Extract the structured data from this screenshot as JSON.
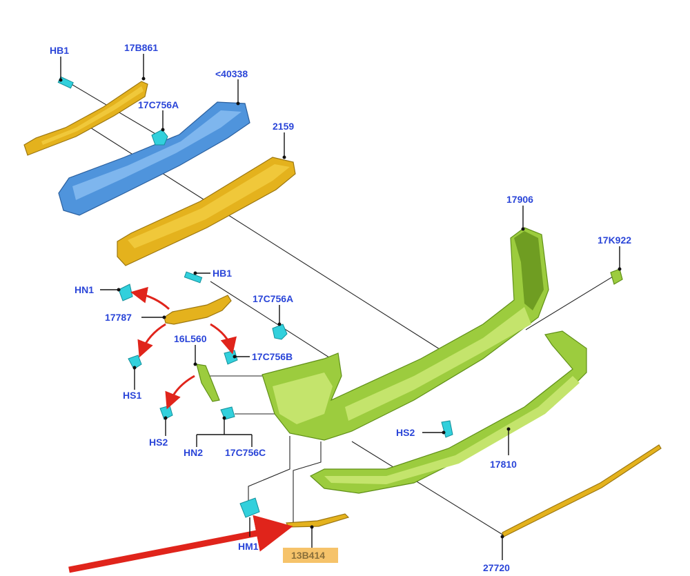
{
  "parts": [
    {
      "id": "hb1_top",
      "label": "HB1"
    },
    {
      "id": "17b861",
      "label": "17B861"
    },
    {
      "id": "40338",
      "label": "<40338"
    },
    {
      "id": "17c756a_top",
      "label": "17C756A"
    },
    {
      "id": "2159",
      "label": "2159"
    },
    {
      "id": "17906",
      "label": "17906"
    },
    {
      "id": "17k922",
      "label": "17K922"
    },
    {
      "id": "hb1_mid",
      "label": "HB1"
    },
    {
      "id": "hn1",
      "label": "HN1"
    },
    {
      "id": "17c756a_mid",
      "label": "17C756A"
    },
    {
      "id": "17787",
      "label": "17787"
    },
    {
      "id": "16l560",
      "label": "16L560"
    },
    {
      "id": "17c756b",
      "label": "17C756B"
    },
    {
      "id": "hs1",
      "label": "HS1"
    },
    {
      "id": "hs2_right",
      "label": "HS2"
    },
    {
      "id": "hs2_left",
      "label": "HS2"
    },
    {
      "id": "hn2",
      "label": "HN2"
    },
    {
      "id": "17c756c",
      "label": "17C756C"
    },
    {
      "id": "17810",
      "label": "17810"
    },
    {
      "id": "hm1",
      "label": "HM1"
    },
    {
      "id": "13b414",
      "label": "13B414"
    },
    {
      "id": "27720",
      "label": "27720"
    }
  ],
  "colors": {
    "label_text": "#2a45d8",
    "highlight_box": "#f6c36a",
    "highlight_text": "#8a6f3a",
    "arrow_red": "#e0241b",
    "yellow_part": "#e4b21d",
    "blue_part": "#4f94dc",
    "green_part": "#9ccc3e",
    "clip_cyan": "#32d0dc"
  }
}
